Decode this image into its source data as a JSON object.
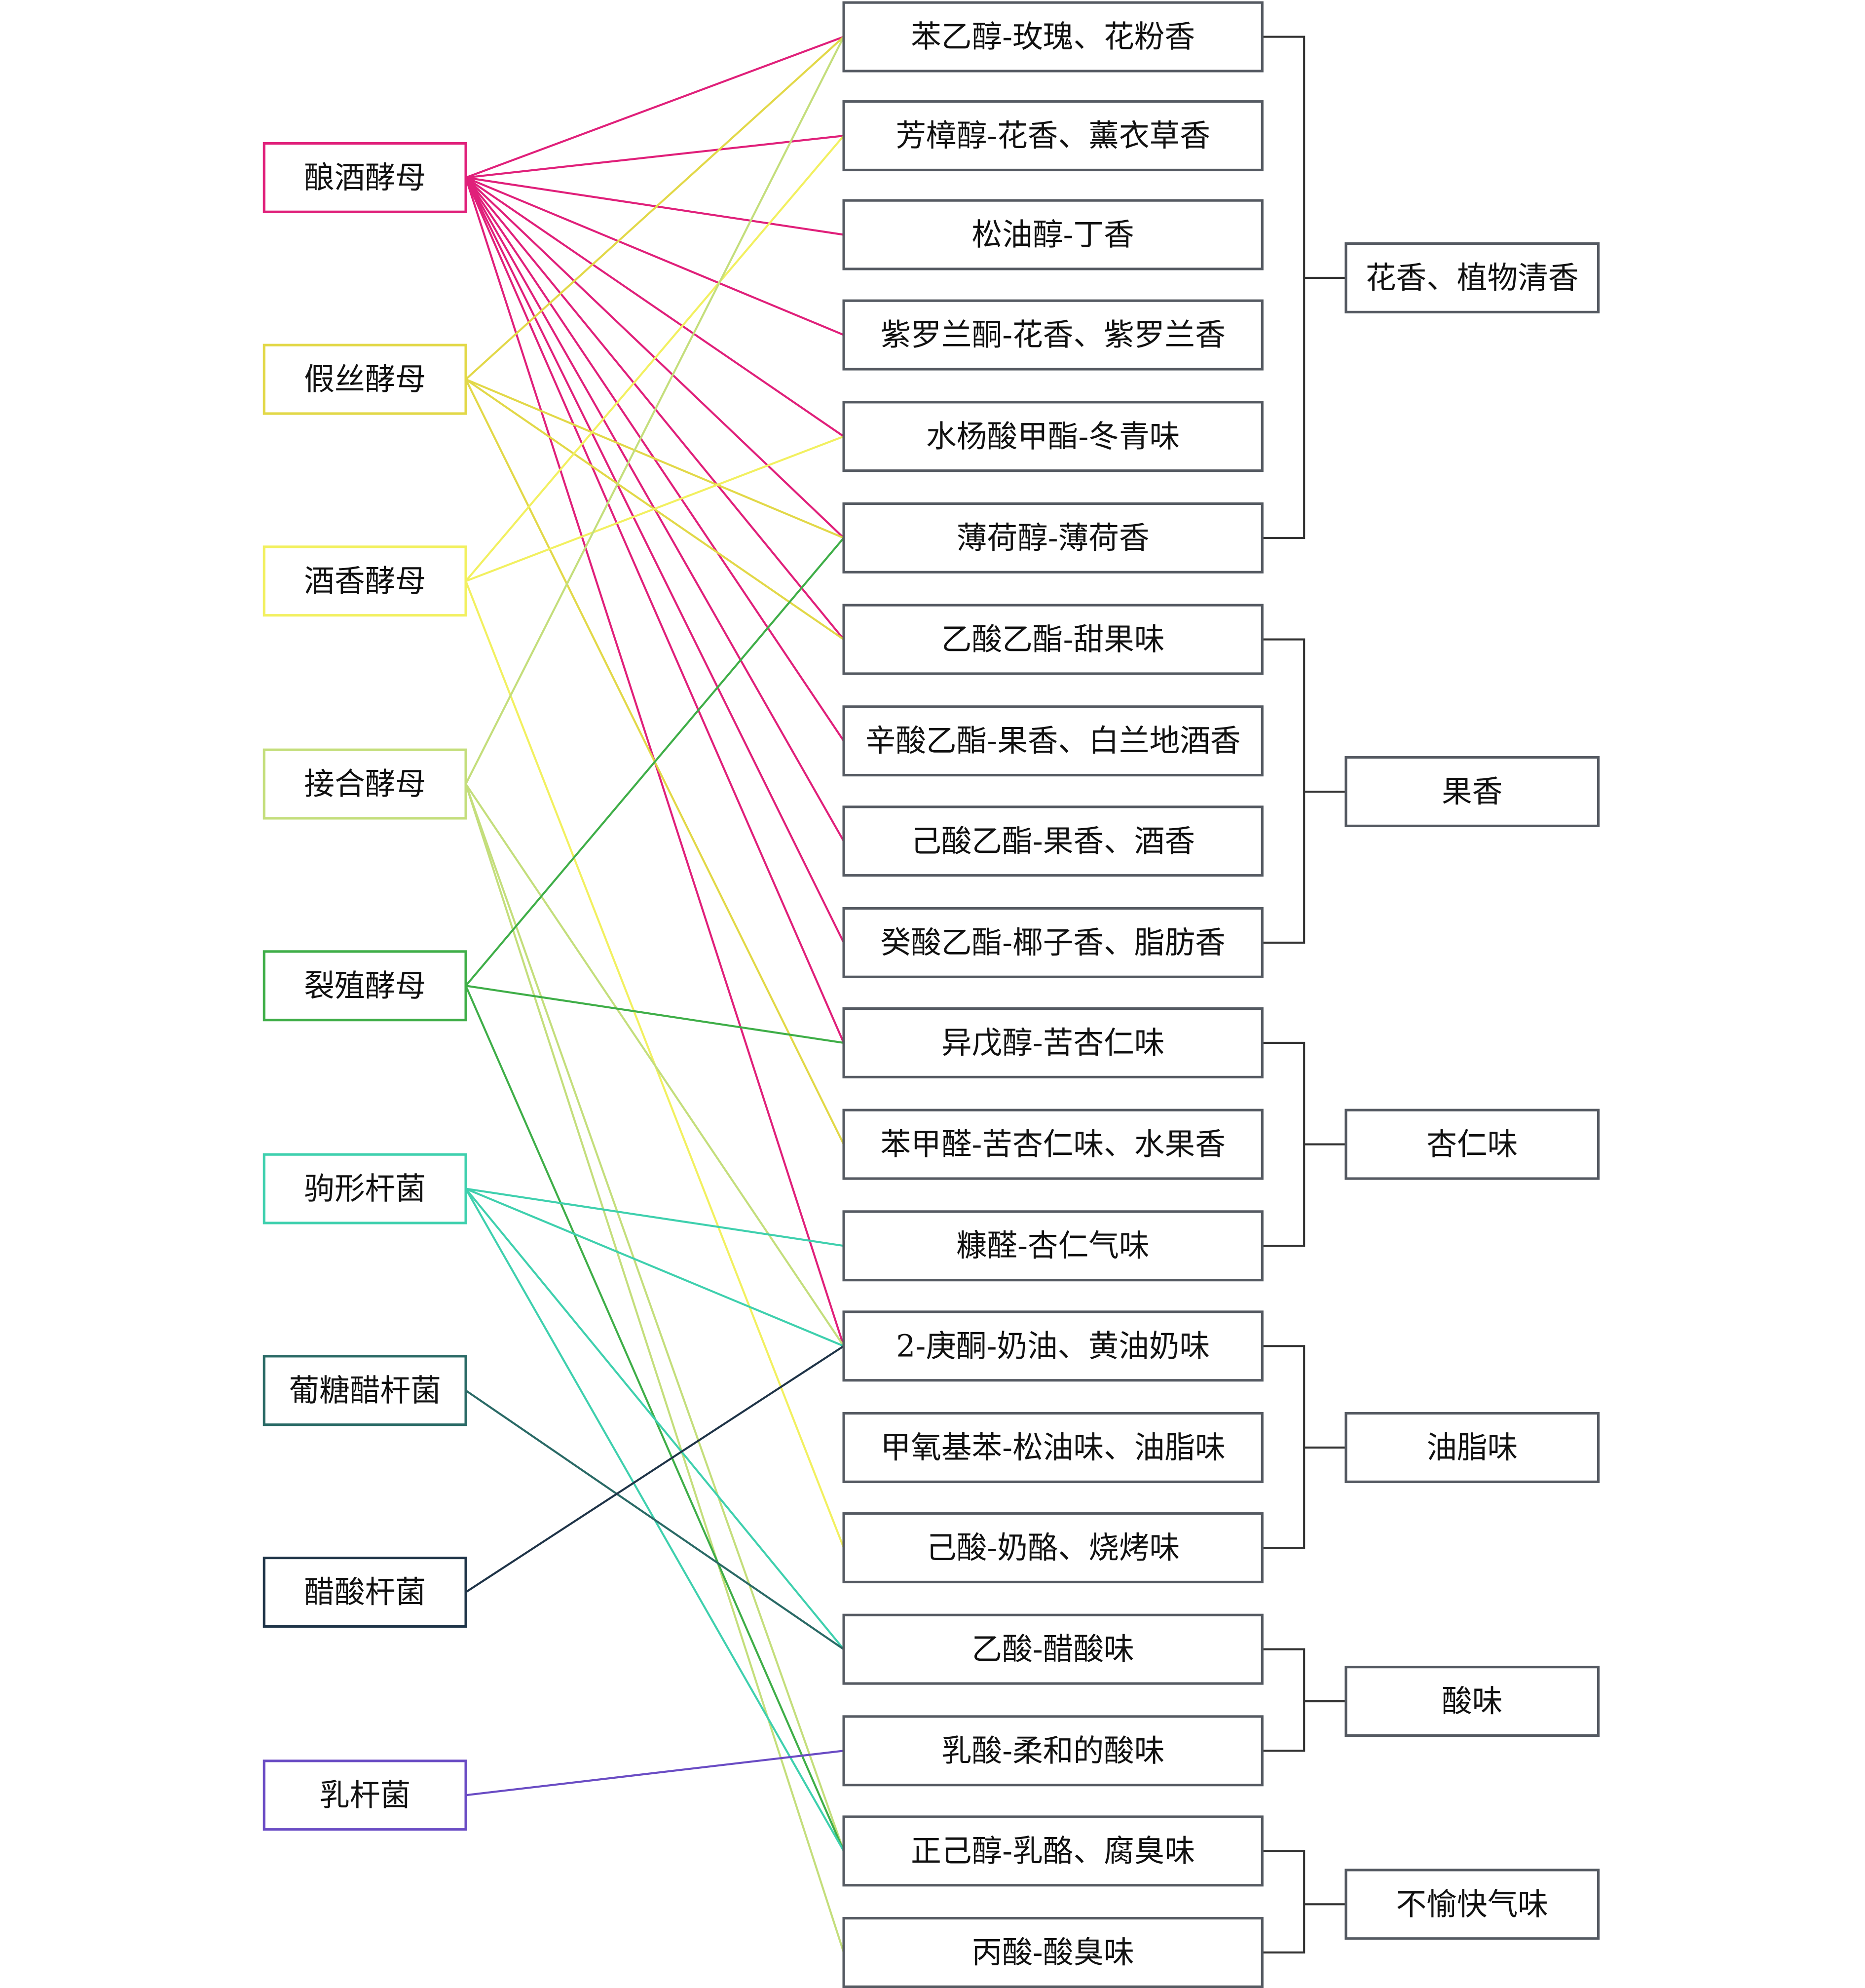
{
  "microbes": [
    {
      "label": "酿酒酵母",
      "color": "#e0207a"
    },
    {
      "label": "假丝酵母",
      "color": "#e2d848"
    },
    {
      "label": "酒香酵母",
      "color": "#f2f060"
    },
    {
      "label": "接合酵母",
      "color": "#c4de7c"
    },
    {
      "label": "裂殖酵母",
      "color": "#3fae48"
    },
    {
      "label": "驹形杆菌",
      "color": "#3fd0ae"
    },
    {
      "label": "葡糖醋杆菌",
      "color": "#2a6a66"
    },
    {
      "label": "醋酸杆菌",
      "color": "#1f3448"
    },
    {
      "label": "乳杆菌",
      "color": "#6a4cc4"
    }
  ],
  "compounds": [
    "苯乙醇-玫瑰、花粉香",
    "芳樟醇-花香、薰衣草香",
    "松油醇-丁香",
    "紫罗兰酮-花香、紫罗兰香",
    "水杨酸甲酯-冬青味",
    "薄荷醇-薄荷香",
    "乙酸乙酯-甜果味",
    "辛酸乙酯-果香、白兰地酒香",
    "己酸乙酯-果香、酒香",
    "癸酸乙酯-椰子香、脂肪香",
    "异戊醇-苦杏仁味",
    "苯甲醛-苦杏仁味、水果香",
    "糠醛-杏仁气味",
    "2-庚酮-奶油、黄油奶味",
    "甲氧基苯-松油味、油脂味",
    "己酸-奶酪、烧烤味",
    "乙酸-醋酸味",
    "乳酸-柔和的酸味",
    "正己醇-乳酪、腐臭味",
    "丙酸-酸臭味"
  ],
  "categories": [
    {
      "label": "花香、植物清香",
      "members": [
        0,
        5
      ]
    },
    {
      "label": "果香",
      "members": [
        6,
        9
      ]
    },
    {
      "label": "杏仁味",
      "members": [
        10,
        12
      ]
    },
    {
      "label": "油脂味",
      "members": [
        13,
        15
      ]
    },
    {
      "label": "酸味",
      "members": [
        16,
        17
      ]
    },
    {
      "label": "不愉快气味",
      "members": [
        18,
        19
      ]
    }
  ],
  "links": [
    [
      0,
      [
        0,
        1,
        2,
        3,
        4,
        5,
        6,
        7,
        8,
        9,
        10,
        13
      ]
    ],
    [
      1,
      [
        0,
        5,
        6,
        11
      ]
    ],
    [
      2,
      [
        1,
        4,
        15
      ]
    ],
    [
      3,
      [
        0,
        13,
        18,
        19
      ]
    ],
    [
      4,
      [
        5,
        10,
        18
      ]
    ],
    [
      5,
      [
        12,
        13,
        16,
        18
      ]
    ],
    [
      6,
      [
        16
      ]
    ],
    [
      7,
      [
        13
      ]
    ],
    [
      8,
      [
        17
      ]
    ]
  ],
  "box_color": "#555a62"
}
